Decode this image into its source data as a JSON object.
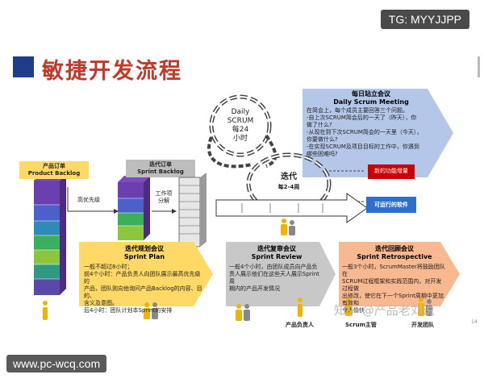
{
  "watermarks": {
    "top_right": "TG: MYYJJPP",
    "bottom_left": "www.pc-wcq.com",
    "zhihu": "知乎 @产品老刘说"
  },
  "slide": {
    "title": "敏捷开发流程",
    "page_number": "14"
  },
  "product_backlog": {
    "label_cn": "产品订单",
    "label_en": "Product Backlog"
  },
  "high_priority": "高优先级",
  "sprint_backlog": {
    "label_cn": "迭代订单",
    "label_en": "Sprint Backlog"
  },
  "work_split": {
    "line1": "工作项",
    "line2": "分解"
  },
  "daily_scrum": {
    "line1": "Daily",
    "line2": "SCRUM",
    "line3": "每24",
    "line4": "小时"
  },
  "sprint_cycle": {
    "line1": "迭代",
    "line2": "每2-4周"
  },
  "new_features": "新的功能增量",
  "runnable_software": "可运行的软件",
  "daily_meeting": {
    "title_cn": "每日站立会议",
    "title_en": "Daily Scrum Meeting",
    "lines": [
      "在简会上，每个成员主要回答三个问题。",
      "-自上次SCRUM简会后的一天了（昨天），你",
      "做了什么?",
      "-从现在到下次SCRUM简会的一天里（今天），",
      "你要做什么?",
      "-在实现SCRUM及项目目标的工作中，你遇到",
      "哪些困难吗?"
    ]
  },
  "planning_meeting": {
    "title_cn": "迭代规划会议",
    "title_en": "Sprint Plan",
    "lines": [
      "一般不超过8小时；",
      "前4个小时：产品负责人向团队展示最高优先级的",
      "产品，团队则向他询问产品Backlog的内容、目的、",
      "含义及意图。",
      "后4小时：团队计划本Sprint的安排"
    ]
  },
  "review_meeting": {
    "title_cn": "迭代复审会议",
    "title_en": "Sprint Review",
    "lines": [
      "一般4个小时，由团队成员向产品负",
      "责人展示他们在这些天人展示Sprint周",
      "期内的产品开发情况"
    ]
  },
  "retro_meeting": {
    "title_cn": "迭代回顾会议",
    "title_en": "Sprint Retrospective",
    "lines": [
      "一般3个小时，ScrumMaster将鼓励团队在",
      "SCRUM过程框架和实践范围内，对开发过程做",
      "出修改，使它在下一个Sprint周期中更加有效和",
      "令人愉快"
    ]
  },
  "roles": {
    "product_owner": "产品负责人",
    "scrum_master": "Scrum主管",
    "dev_team": "开发团队"
  },
  "colors": {
    "title_red": "#c0392b",
    "title_square": "#1f3c88",
    "daily_arrow": "#b5c7e8",
    "plan_arrow": "#ffd966",
    "review_arrow": "#c8c8c8",
    "retro_arrow": "#f8b890",
    "new_features_bg": "#cc0000",
    "runnable_bg": "#2e6fcc",
    "people_yellow": "#f0b400"
  }
}
